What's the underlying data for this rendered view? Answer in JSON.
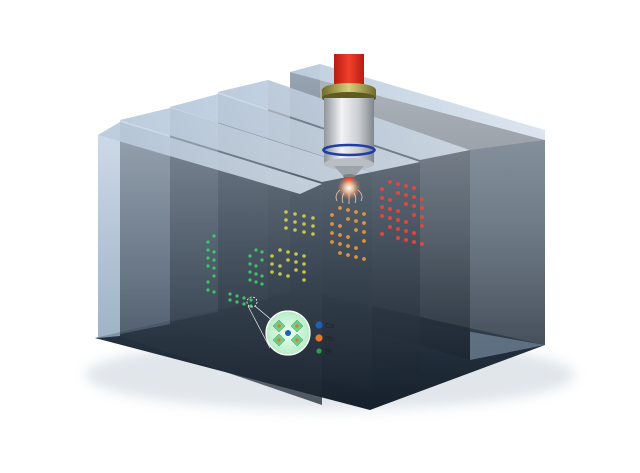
{
  "legend": {
    "items": [
      {
        "label": "Cs",
        "color": "#1f5fb8",
        "icon": "cs-atom-icon"
      },
      {
        "label": "Pb",
        "color": "#e07a28",
        "icon": "pb-atom-icon"
      },
      {
        "label": "Br",
        "color": "#2e9e4a",
        "icon": "br-atom-icon"
      }
    ]
  },
  "colors": {
    "laser": "#e8321e",
    "lens_body": "#cfd2d6",
    "lens_ring": "#1f3fa6",
    "glass_face": "#a9bfd6",
    "green_dots": "#3fd26a",
    "yellow_dots": "#d8d24a",
    "orange_dots": "#f09a3a",
    "red_dots": "#f0443a"
  }
}
